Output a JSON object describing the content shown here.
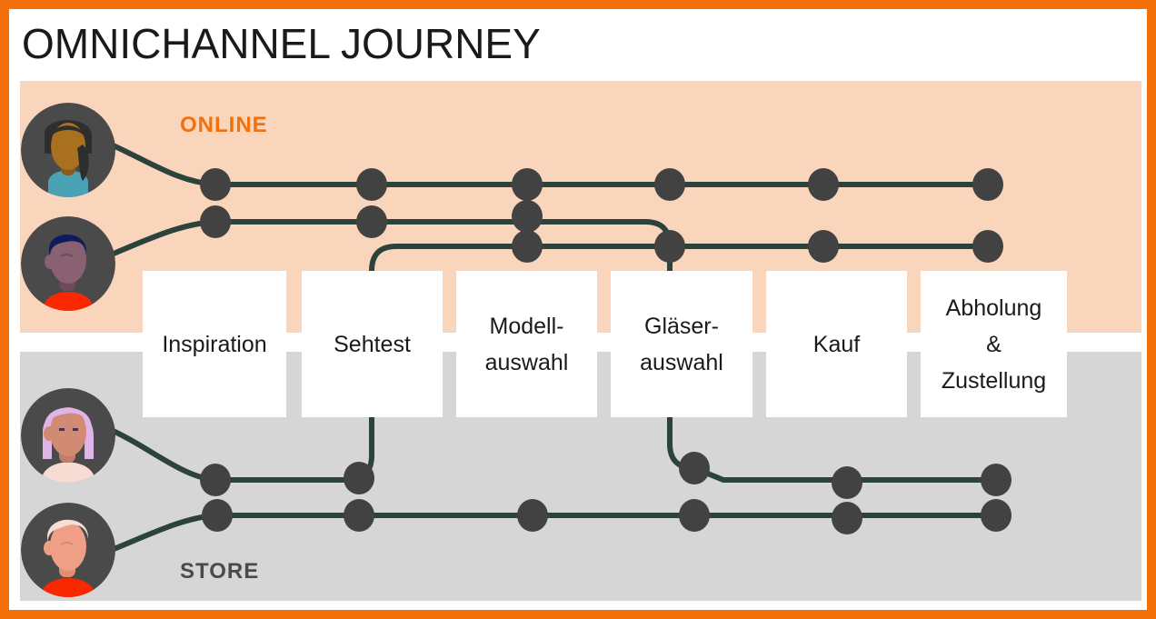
{
  "page": {
    "title": "OMNICHANNEL JOURNEY",
    "border_color": "#f3700a"
  },
  "bands": {
    "online": {
      "label": "ONLINE",
      "label_color": "#f3700a",
      "background": "#f9d5bb"
    },
    "store": {
      "label": "STORE",
      "label_color": "#4a4a4a",
      "background": "#d6d6d6"
    }
  },
  "stages": [
    {
      "label": "Inspiration",
      "lines": [
        "Inspiration"
      ]
    },
    {
      "label": "Sehtest",
      "lines": [
        "Sehtest"
      ]
    },
    {
      "label": "Modell-auswahl",
      "lines": [
        "Modell-",
        "auswahl"
      ]
    },
    {
      "label": "Gläser-auswahl",
      "lines": [
        "Gläser-",
        "auswahl"
      ]
    },
    {
      "label": "Kauf",
      "lines": [
        "Kauf"
      ]
    },
    {
      "label": "Abholung & Zustellung",
      "lines": [
        "Abholung",
        "&",
        "Zustellung"
      ]
    }
  ],
  "journey": {
    "line_color": "#2c423d",
    "node_color": "#424242",
    "node_count_online_row1": 6,
    "node_count_online_row2": 3,
    "node_count_online_row3": 4,
    "node_count_store_row1": 5,
    "node_count_store_row2": 6
  },
  "personas": [
    {
      "name": "persona-online-1",
      "channel": "online",
      "hair": "#3a3a3a",
      "skin": "#a9701f",
      "shirt": "#4aa3b5"
    },
    {
      "name": "persona-online-2",
      "channel": "online",
      "hair": "#111a5c",
      "skin": "#8a6172",
      "shirt": "#fa2800"
    },
    {
      "name": "persona-store-1",
      "channel": "store",
      "hair": "#dfb4e6",
      "skin": "#d18b74",
      "shirt": "#f7dcd3"
    },
    {
      "name": "persona-store-2",
      "channel": "store",
      "hair": "#f7ded4",
      "skin": "#ee9f85",
      "shirt": "#fa2800"
    }
  ]
}
